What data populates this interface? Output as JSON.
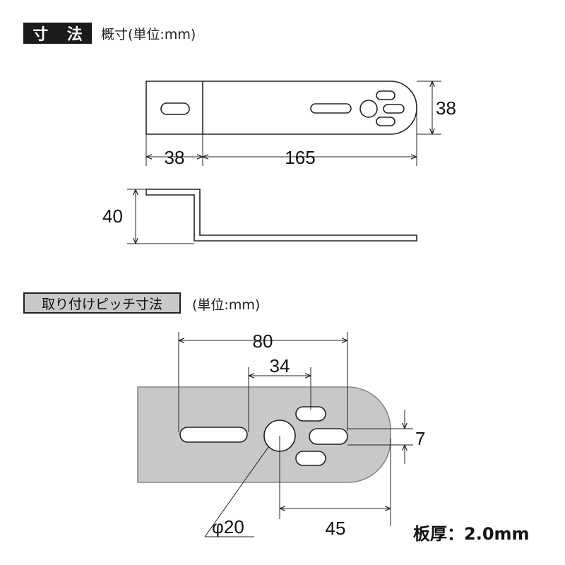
{
  "section1": {
    "title_chars": [
      "寸",
      "法"
    ],
    "unit": "概寸(単位:mm)"
  },
  "top_view": {
    "dim_left": "38",
    "dim_main": "165",
    "dim_height": "38"
  },
  "side_view": {
    "dim_height": "40"
  },
  "section2": {
    "title": "取り付けピッチ寸法",
    "unit": "(単位:mm)"
  },
  "pitch": {
    "dim_80": "80",
    "dim_34": "34",
    "dim_7": "7",
    "dim_45": "45",
    "hole_dia": "φ20"
  },
  "thickness": "板厚：2.0mm",
  "colors": {
    "plate_fill": "#c8c8c8",
    "line": "#222222"
  }
}
